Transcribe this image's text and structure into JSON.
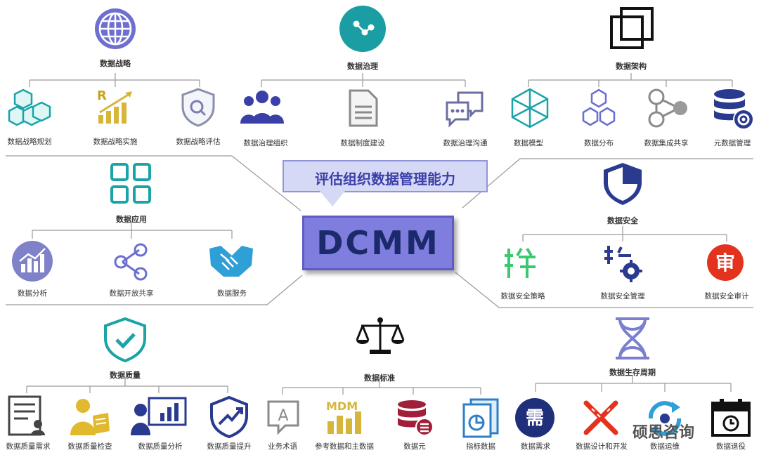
{
  "center": {
    "title": "DCMM",
    "callout": "评估组织数据管理能力"
  },
  "watermark": "硕思咨询",
  "groups": [
    {
      "title": "数据战略",
      "items": [
        "数据战略规划",
        "数据战略实施",
        "数据战略评估"
      ]
    },
    {
      "title": "数据治理",
      "items": [
        "数据治理组织",
        "数据制度建设",
        "数据治理沟通"
      ]
    },
    {
      "title": "数据架构",
      "items": [
        "数据模型",
        "数据分布",
        "数据集成共享",
        "元数据管理"
      ]
    },
    {
      "title": "数据应用",
      "items": [
        "数据分析",
        "数据开放共享",
        "数据服务"
      ]
    },
    {
      "title": "数据安全",
      "items": [
        "数据安全策略",
        "数据安全管理",
        "数据安全审计"
      ]
    },
    {
      "title": "数据质量",
      "items": [
        "数据质量需求",
        "数据质量检查",
        "数据质量分析",
        "数据质量提升"
      ]
    },
    {
      "title": "数据标准",
      "items": [
        "业务术语",
        "参考数据和主数据",
        "数据元",
        "指标数据"
      ]
    },
    {
      "title": "数据生存周期",
      "items": [
        "数据需求",
        "数据设计和开发",
        "数据运维",
        "数据退役"
      ]
    }
  ],
  "colors": {
    "center_fill": "#7f7ede",
    "center_text": "#1b2a6b",
    "teal": "#1aa3a8",
    "navy": "#2a3a8f",
    "line": "#8a8a8a"
  }
}
